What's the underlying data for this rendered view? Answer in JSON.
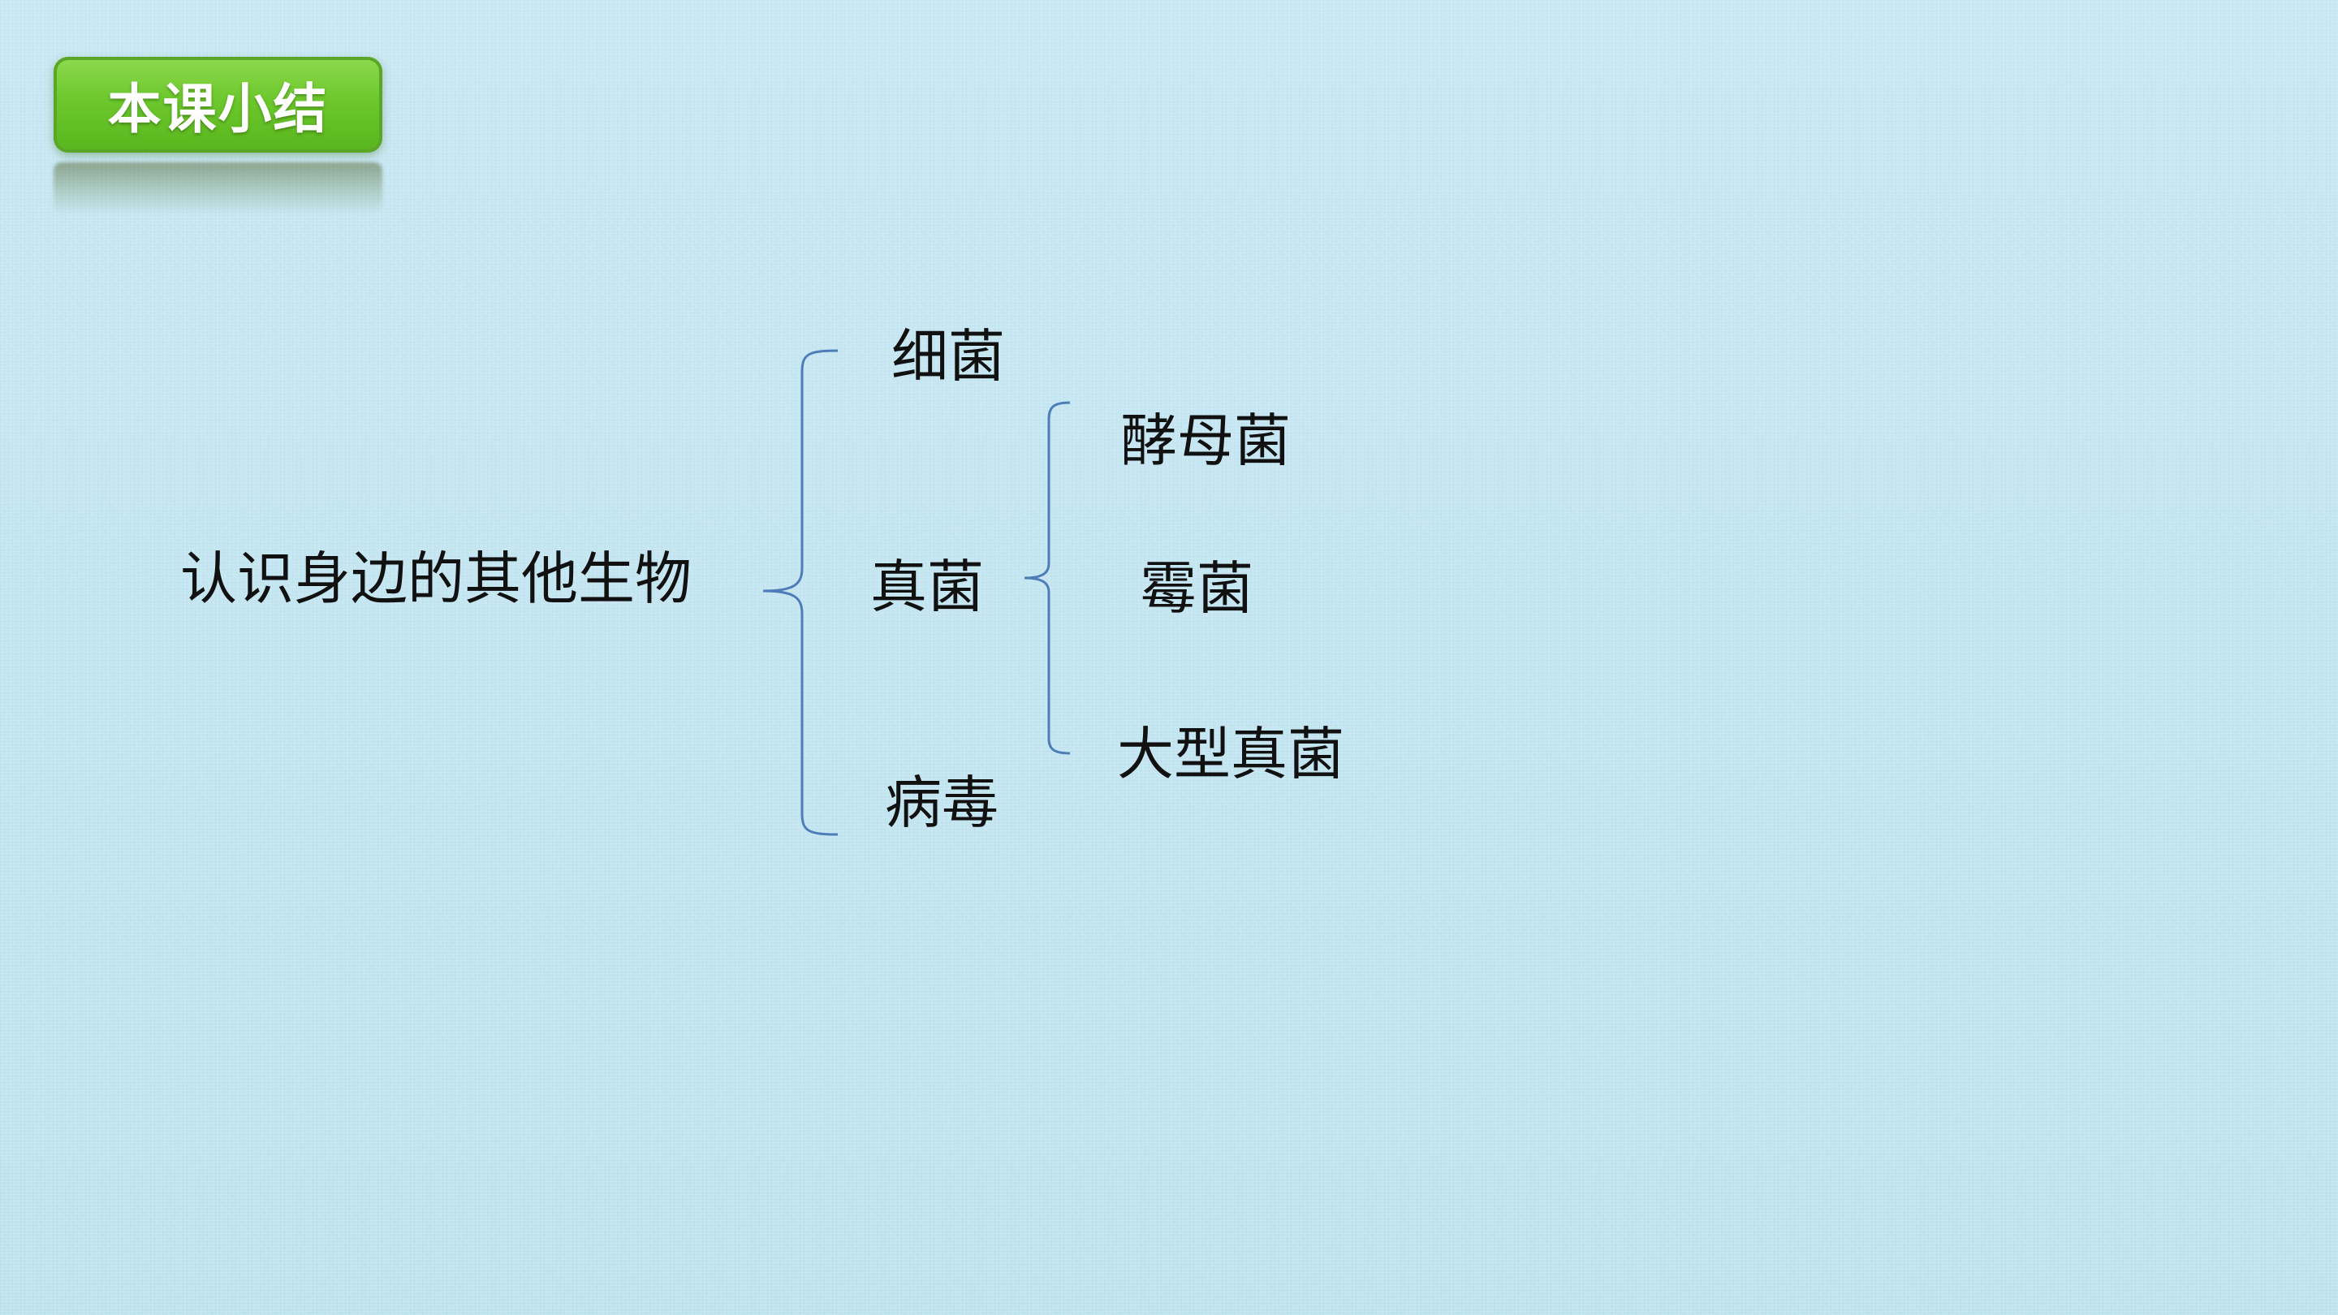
{
  "title": "本课小结",
  "diagram": {
    "root": "认识身边的其他生物",
    "level1": {
      "bacteria": "细菌",
      "fungi": "真菌",
      "virus": "病毒"
    },
    "level2": {
      "yeast": "酵母菌",
      "mold": "霉菌",
      "large_fungi": "大型真菌"
    }
  },
  "colors": {
    "background": "#c5e6f1",
    "badge_green": "#6cc82c",
    "badge_text": "#ffffff",
    "brace": "#4d7db8",
    "text": "#111111"
  }
}
